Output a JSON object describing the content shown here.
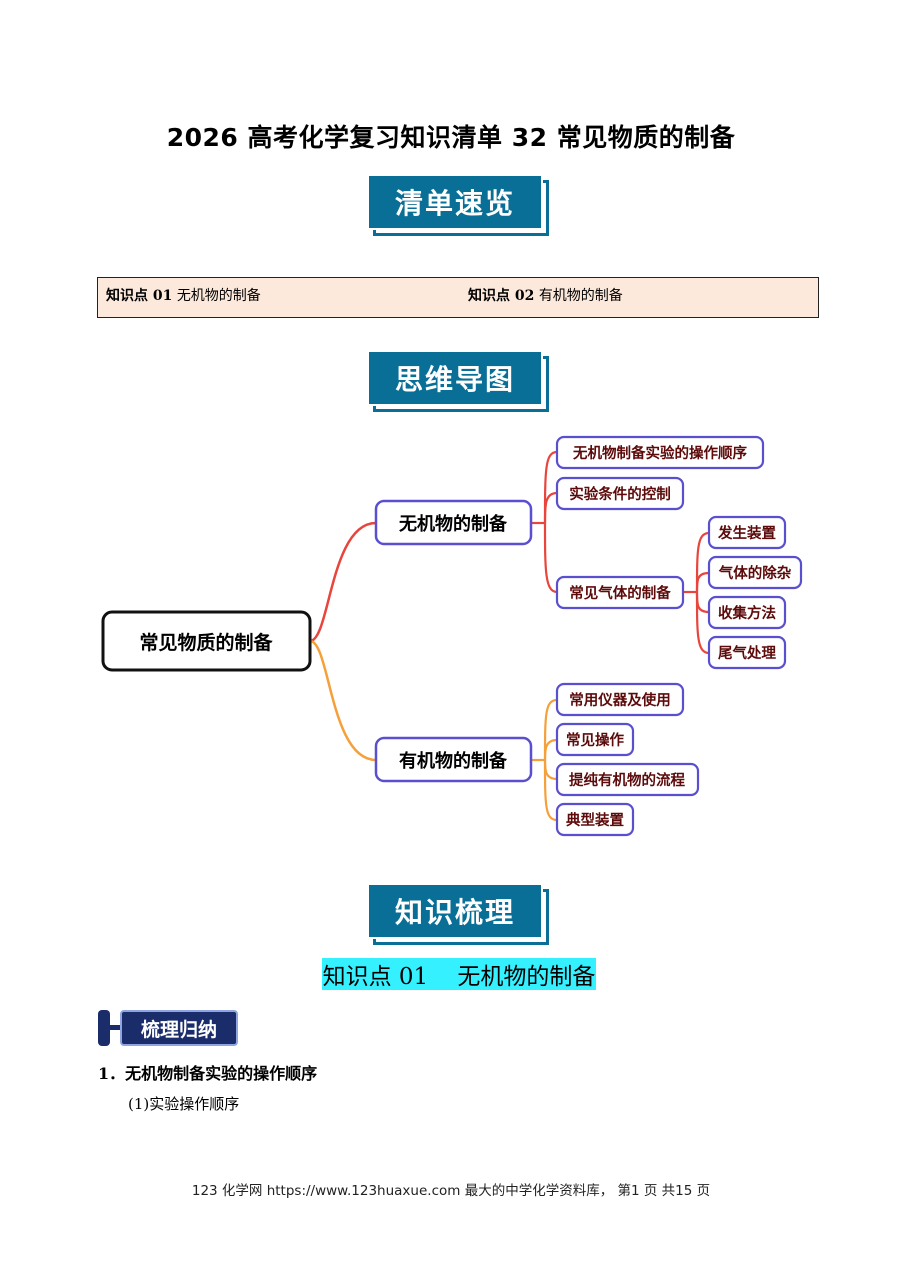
{
  "title": "2026 高考化学复习知识清单 32    常见物质的制备",
  "sections": {
    "overview": "清单速览",
    "mindmap": "思维导图",
    "knowledge": "知识梳理"
  },
  "toc": {
    "item1_bold": "知识点 01",
    "item1_text": "无机物的制备",
    "item2_bold": "知识点 02",
    "item2_text": "有机物的制备"
  },
  "mindmap": {
    "root": "常见物质的制备",
    "branch1": "无机物的制备",
    "branch2": "有机物的制备",
    "b1_items": [
      "无机物制备实验的操作顺序",
      "实验条件的控制",
      "常见气体的制备"
    ],
    "gas_items": [
      "发生装置",
      "气体的除杂",
      "收集方法",
      "尾气处理"
    ],
    "b2_items": [
      "常用仪器及使用",
      "常见操作",
      "提纯有机物的流程",
      "典型装置"
    ],
    "colors": {
      "branch1_line": "#e8453c",
      "branch2_line": "#f5a03a",
      "node_border": "#5a4fcf",
      "leaf_text": "#5c0a0a"
    }
  },
  "knowledge_point": "知识点 01    无机物的制备",
  "tag": "梳理归纳",
  "heading1": "1．无机物制备实验的操作顺序",
  "heading2": "(1)实验操作顺序",
  "footer": "123 化学网  https://www.123huaxue.com  最大的中学化学资料库，  第1 页  共15 页",
  "colors": {
    "banner": "#0a6f96",
    "toc_bg": "#fce9dc",
    "kp_bg": "#35f0ff",
    "tag_bg": "#1b2c6b"
  }
}
